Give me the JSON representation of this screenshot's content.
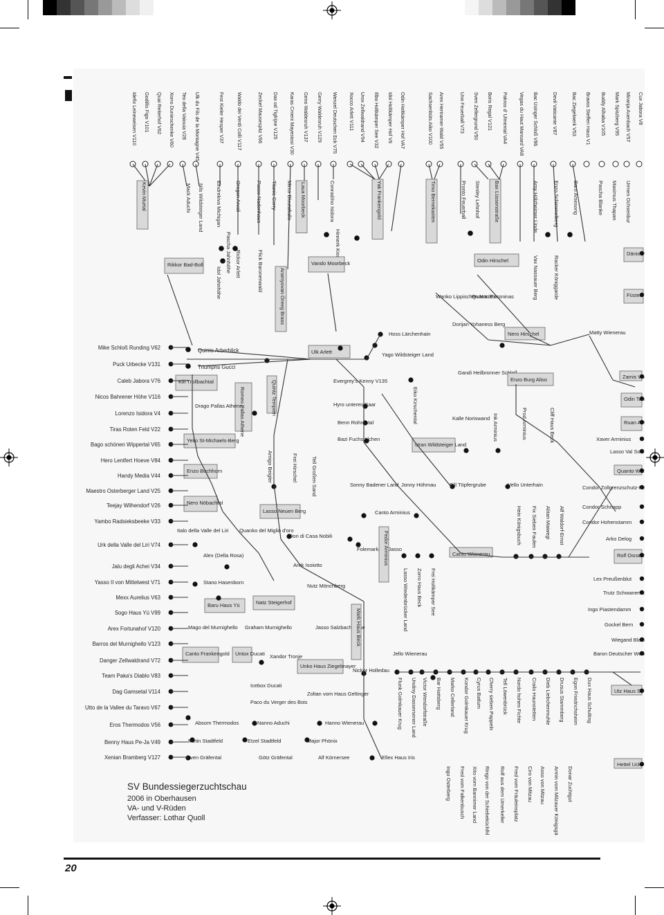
{
  "page": {
    "number": "20"
  },
  "swatches": {
    "left": [
      "#000000",
      "#333333",
      "#555555",
      "#777777",
      "#999999",
      "#bbbbbb",
      "#dddddd",
      "#f0f0f0"
    ],
    "right": [
      "#f5f5f5",
      "#dddddd",
      "#bbbbbb",
      "#999999",
      "#777777",
      "#555555",
      "#333333",
      "#000000"
    ]
  },
  "caption": {
    "title": "SV Bundessiegerzuchtschau",
    "line1": "2006 in Oberhausen",
    "line2": "VA- und V-Rüden",
    "line3": "Verfasser: Lothar Quoll"
  },
  "chart_data": {
    "type": "table",
    "title": "SV Bundessiegerzuchtschau",
    "top_rotated_names": [
      "Idefix Leineweisen V110",
      "Godillis Figo V101",
      "Quai Reiterhof V62",
      "Xorro Dunieschenke V60",
      "Teo della Vaiouia V28",
      "Ulk du Fils de la Montagne V45",
      "Fest Kieler Hesper V37",
      "Waldo dei Verdi Colli V117",
      "Zeckel Mausespitz V66",
      "Dax od Tiglrijne V125",
      "Karas Cmeni Mayestosi V30",
      "Geno Waldesruh V137",
      "Gerry Waldesruh V129",
      "Wenzel Deutschen Eck V75",
      "Xocco Arlett V111",
      "Urox Zellwaldrand V94",
      "Illbo Holtkämper See V32",
      "Idol Holtkämper Hof V6",
      "Odin Holtkämper Hof VA7",
      "Sachsenbüts Aiko V100",
      "Arex Hertramer-Wald V55",
      "Uno Feuerball V73",
      "Sven Zellergrund V50",
      "Boris Regal V121",
      "Pakros d' Ulmental VA4",
      "Vegas du Haut Mansard VA8",
      "Bac Usinger Schloß V86",
      "Devil Vaticante V87",
      "Bac Ziegelwerk V53",
      "Bravos Steffen Haus V1",
      "Buddy Alhaba V105",
      "Mark Spitzberg V95",
      "Miranja Auenbach V57",
      "Cux Jabora V8"
    ],
    "sires_vertical": [
      "Kevin Murtal",
      "Mack Aduchi",
      "Nils Wildsteiger Land",
      "Eindrekiva Michigan",
      "Pascha Jahnhöhe",
      "Idol Jahnhöhe",
      "Oregon Arvali",
      "Rickor Arlett",
      "Pacco Nadonhaus",
      "Titanic Gerry",
      "Flick Baronenwald",
      "Mirco Bluutaftalle",
      "Aramyovan Öreeg Brass",
      "Laua Moorbeck",
      "Conrad/no Isidora",
      "Hinnerk Kiemoor",
      "Yak Frankengold",
      "Timo Bernekasten",
      "Pronto Feuerball",
      "Stenley Lehnhof",
      "Bax Lüssenstraße",
      "Amy Hölzheimer Linde",
      "Vax Nassauer Berg",
      "Enzo Schimmelberg",
      "Racker Königgarde",
      "Baro Arsesorig",
      "Pascha Blanke",
      "Maximus Thapan",
      "Urmen Ochsenbur"
    ],
    "middle_names": [
      "Rikkor Bad-Boll",
      "Vando Moorbeck",
      "Odin Hirschel",
      "Wanko Lippischen Norden",
      "Quanto Coroninas",
      "Hoss Lärchenhain",
      "Dorijan Yohaness Berg",
      "Nero Hirschel",
      "Matty Wienerau",
      "Ulk Arlett",
      "Yago Wildsteiger Land",
      "Gandi Heilbronner Schloß",
      "Enzo Burg Aliso",
      "Quintz Tempieri",
      "Romeo Pallas Athene",
      "Klif Trollbachtal",
      "Drago Pallas Athene",
      "Evergrey's Kenny V135",
      "Hyro unteren Saar",
      "Benn Rohrental",
      "Bazi Fuchstälchen",
      "Eiko Kirschental",
      "Kalle Noriswand",
      "Ink Arminius",
      "Prod Arminius",
      "Cliff Haus Beck",
      "Uran Wildsteiger Land",
      "Yello St-Michaels-Berg",
      "Amigo Beigler",
      "Frei Hirschel",
      "Tell Großen Sand",
      "Enzo Buchhorn",
      "Sonny Badener Land",
      "Jonny Höhmau",
      "Bill Töpfergrube",
      "Vello Unterhain",
      "Nero Nöbachtal",
      "Lasso Neuen Berg",
      "Canto Arminius",
      "Italo della Valle del Liri",
      "Quanko del Miglio d'oro",
      "Don di Casa Nobili",
      "Folemarkens Jasso",
      "Alex (Della Rosa)",
      "Arek Isoiotto",
      "Fedor Arminius",
      "Canto Wienerau",
      "Lasso Wiedenbrücker Land",
      "Zorro Haus Beck",
      "Frei Holtkämper See",
      "Stano Hasenborn",
      "Nutz Mönchberg",
      "Baru Haus Yü",
      "Natz Steigerhof",
      "Mago del Murnighello",
      "Graham Murnighello",
      "Jasso Salzbachwiese",
      "Mark Haus Beck",
      "Canto Frankengold",
      "Untox Ducati",
      "Xandor Tronje",
      "Unko Haus Ziegelmayer",
      "Nickor Holledau",
      "Jello Wienerau",
      "Icebox Ducati",
      "Zoltan vom Haus Geltinger",
      "Paco du Verger des Bois",
      "Absom Thermodos",
      "Nanno Aduchi",
      "Hanno Wienerau",
      "Metin Stadtfeld",
      "Etzel Stadtfeld",
      "Major Phönix",
      "Sven Gräfental",
      "Götz Gräfental",
      "Alf Körnersee",
      "Ellex Haus Iris"
    ],
    "left_dogs": [
      "Mike Schloß Runding V62",
      "Puck Urbecke V131",
      "Caleb Jabora V76",
      "Nicos Bahrener Höhe V116",
      "Lorenzo Isidora V4",
      "Tiras Roten Feld V22",
      "Bago schönen Wippertal V65",
      "Hero Lentfert Hoeve V84",
      "Handy Media V44",
      "Maestro Osterberger Land V25",
      "Teejay Wilhendorf V26",
      "Yambo Radsieksbeeke V33",
      "Urk della Valle del Liri V74",
      "Jalu degli Achei V34",
      "Yasso II von Mittelwest V71",
      "Mexx Aurelius V63",
      "Sogo Haus Yü V99",
      "Arex Fortunahof V120",
      "Barros del Murnighello V123",
      "Danger Zellwaldrand V72",
      "Team Paka's Diablo V83",
      "Dag Gamsetal V114",
      "Utto de la Vallee du Taravo V67",
      "Eros Thermodos V56",
      "Benny Haus Pe-Ja V49",
      "Xenian Bramberg V127"
    ],
    "left_sires": [
      "Quinto Arberblick",
      "Triumphs Gucci"
    ],
    "bottom_rotated_names": [
      "Flunk Golmkauer Krug",
      "Undiny Dassersener Land",
      "Victor Wendorfstraße",
      "Bar Hattsberg",
      "Marko Cellerland",
      "Kondor Golmkauer Krug",
      "Cyrus Batlum",
      "Cherry sieben Pappeln",
      "Tell Löwenbrück",
      "Nordo hohen Fichte",
      "Crailo Haunstetten",
      "Dieb Liebchenmuhle",
      "Drusus Stammberg",
      "Egon Friedrichsheim",
      "Dux Haus Schulting",
      "Ingo Osterberg",
      "Fred vom Falkenbusch",
      "Xito vom Bannimer Land",
      "Ringo von der Schiebeküchlhl",
      "Rolf aus dem Umerkeller",
      "Fred vom Fräuleinsplatz",
      "Ciro von Mitzau",
      "Asso von Mitzau",
      "Armin vom Milzauer Königsgä",
      "Donar Zuchtgut"
    ],
    "right_names": [
      "Dänischen",
      "Füsten",
      "Zamis Wie",
      "Odin Tannen",
      "Ruan Amin",
      "Xaver Arminius",
      "Lasso Val Sole",
      "Quanto Wie",
      "Condor Zollgrenzschutz-Haus",
      "Condor Schnapp",
      "Condor Hohenstamm",
      "Arko Delog",
      "Rolf Osnabrücker Land",
      "Lex Preußenblut",
      "Trutz Schwanenstadt",
      "Ingo Piastendamm",
      "Gockel Bern",
      "Wiegand Blasienberg",
      "Baron Deutscher Werke",
      "Utz Haus Se",
      "Hettel Uck"
    ],
    "right_vertical_names": [
      "Alf Waldorf-Ernst",
      "Alitan Maiwegi",
      "Fix Sieben Faulen",
      "Hein Königsbuch"
    ]
  }
}
